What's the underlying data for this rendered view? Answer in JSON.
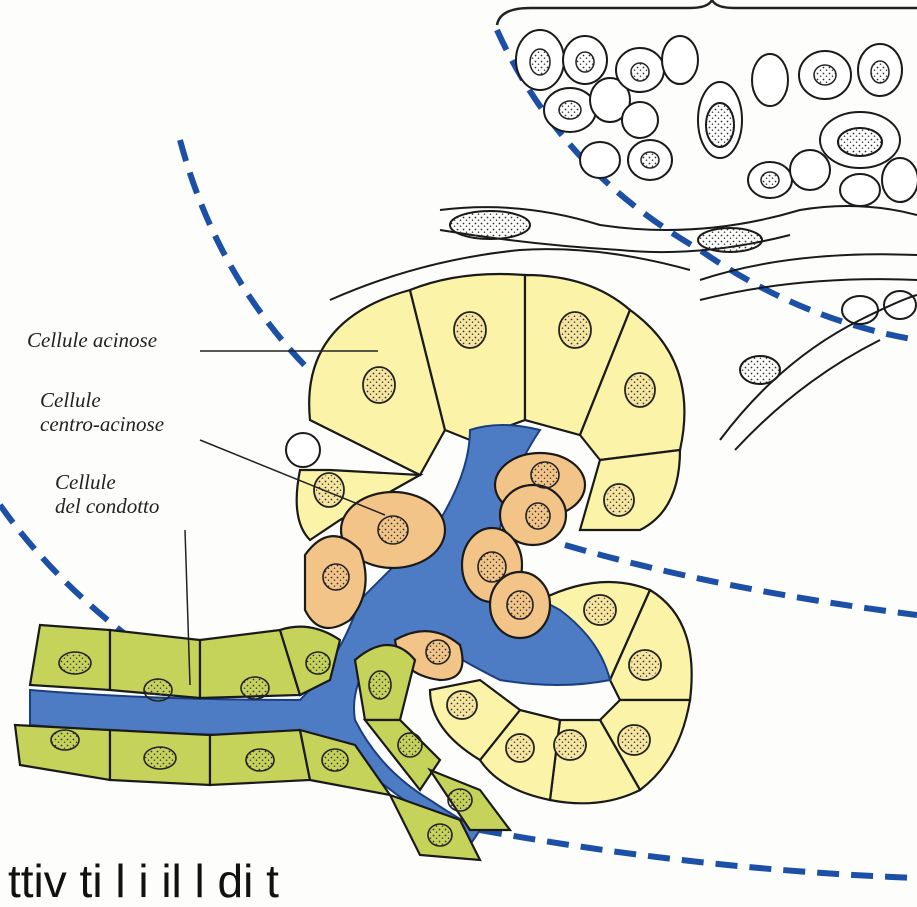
{
  "labels": {
    "acinar": "Cellule acinose",
    "centroacinar_line1": "Cellule",
    "centroacinar_line2": "centro-acinose",
    "duct_line1": "Cellule",
    "duct_line2": "del condotto"
  },
  "bottom_caption": "ttiv ti         l           i            il         l  di      t",
  "colors": {
    "acinar_cell": "#fbf4a8",
    "centroacinar_cell": "#f3c487",
    "duct_cell": "#c6d35a",
    "lumen": "#4d7cc4",
    "dashed_boundary": "#1c4fa6",
    "outline": "#1a1a1a"
  }
}
